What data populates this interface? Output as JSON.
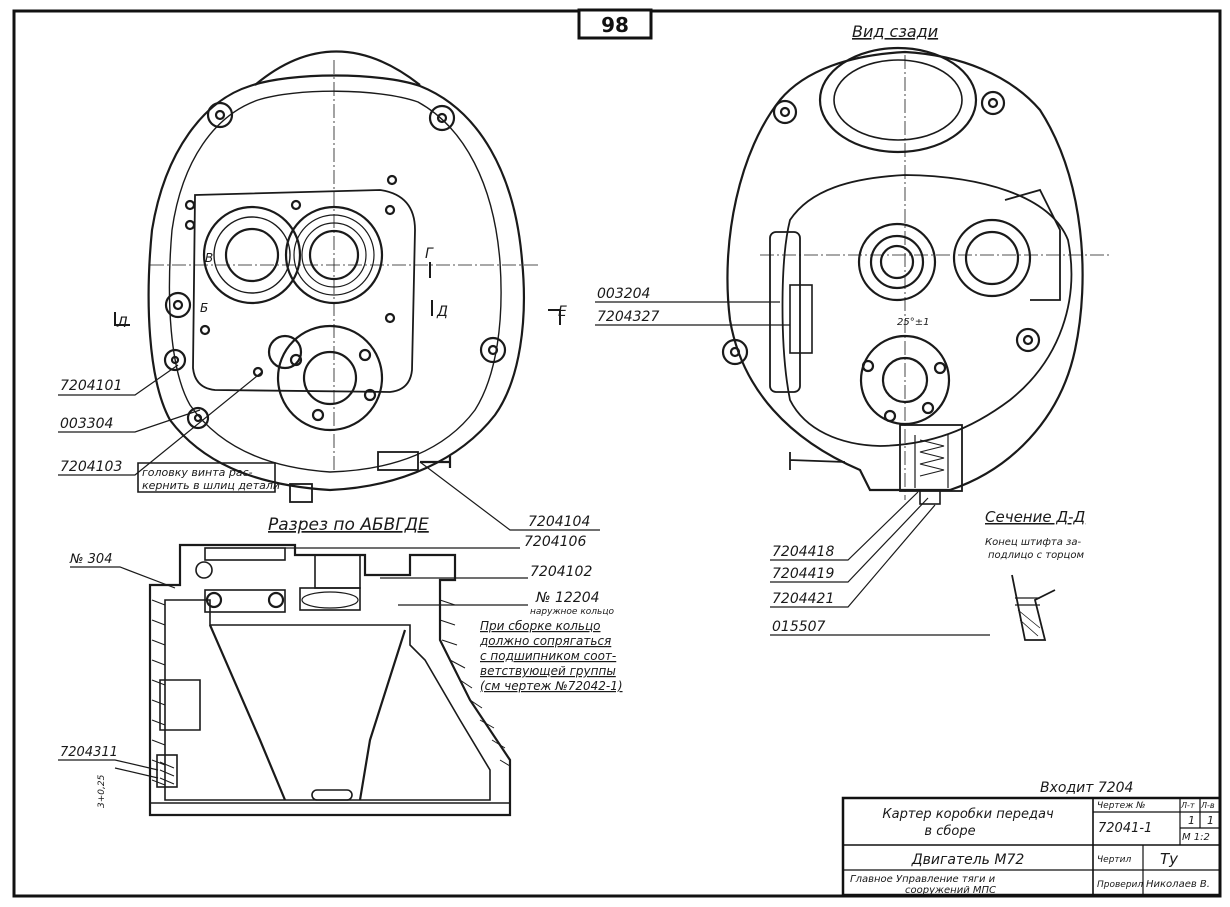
{
  "page_number": "98",
  "view_title_right": "Вид сзади",
  "section_title": "Разрез по АБВГДЕ",
  "section_title_small": "Сечение Д-Д",
  "section_note_small": [
    "Конец штифта за-",
    "подлицо с торцом"
  ],
  "rotation_note": "25°±1",
  "bolt_note": [
    "головку винта рас-",
    "кернить в шлиц детали"
  ],
  "section_marks": {
    "l": "Л",
    "e": "Е",
    "d": "Д",
    "g": "Г",
    "b": "Б",
    "v": "В"
  },
  "left_view_callouts": [
    "7204101",
    "003304",
    "7204103",
    "7204104"
  ],
  "right_view_callouts": [
    "003204",
    "7204327",
    "7204418",
    "7204419",
    "7204421",
    "015507"
  ],
  "section_callouts": {
    "n304": "№ 304",
    "p7204106": "7204106",
    "p7204102": "7204102",
    "n12204": "№ 12204",
    "n12204_sub": "наружное кольцо",
    "p7204311": "7204311",
    "dim_gap": "3+0,25"
  },
  "assembly_note": [
    "При сборке кольцо",
    "должно сопрягаться",
    "с подшипником соот-",
    "ветствующей группы",
    "(см чертеж №72042-1)"
  ],
  "title_block": {
    "enters": "Входит 7204",
    "name_line1": "Картер коробки передач",
    "name_line2": "в сборе",
    "drawing_no_label": "Чертеж №",
    "sheet_label": "Л-т",
    "sheets_label": "Л-в",
    "drawing_no": "72041-1",
    "sheet": "1",
    "sheets": "1",
    "scale": "М 1:2",
    "engine": "Двигатель М72",
    "drew_label": "Чертил",
    "drew_sign": "Ту",
    "checked_label": "Проверил",
    "checked_name": "Николаев В.",
    "department": [
      "Главное Управление тяги и",
      "сооружений МПС"
    ]
  }
}
